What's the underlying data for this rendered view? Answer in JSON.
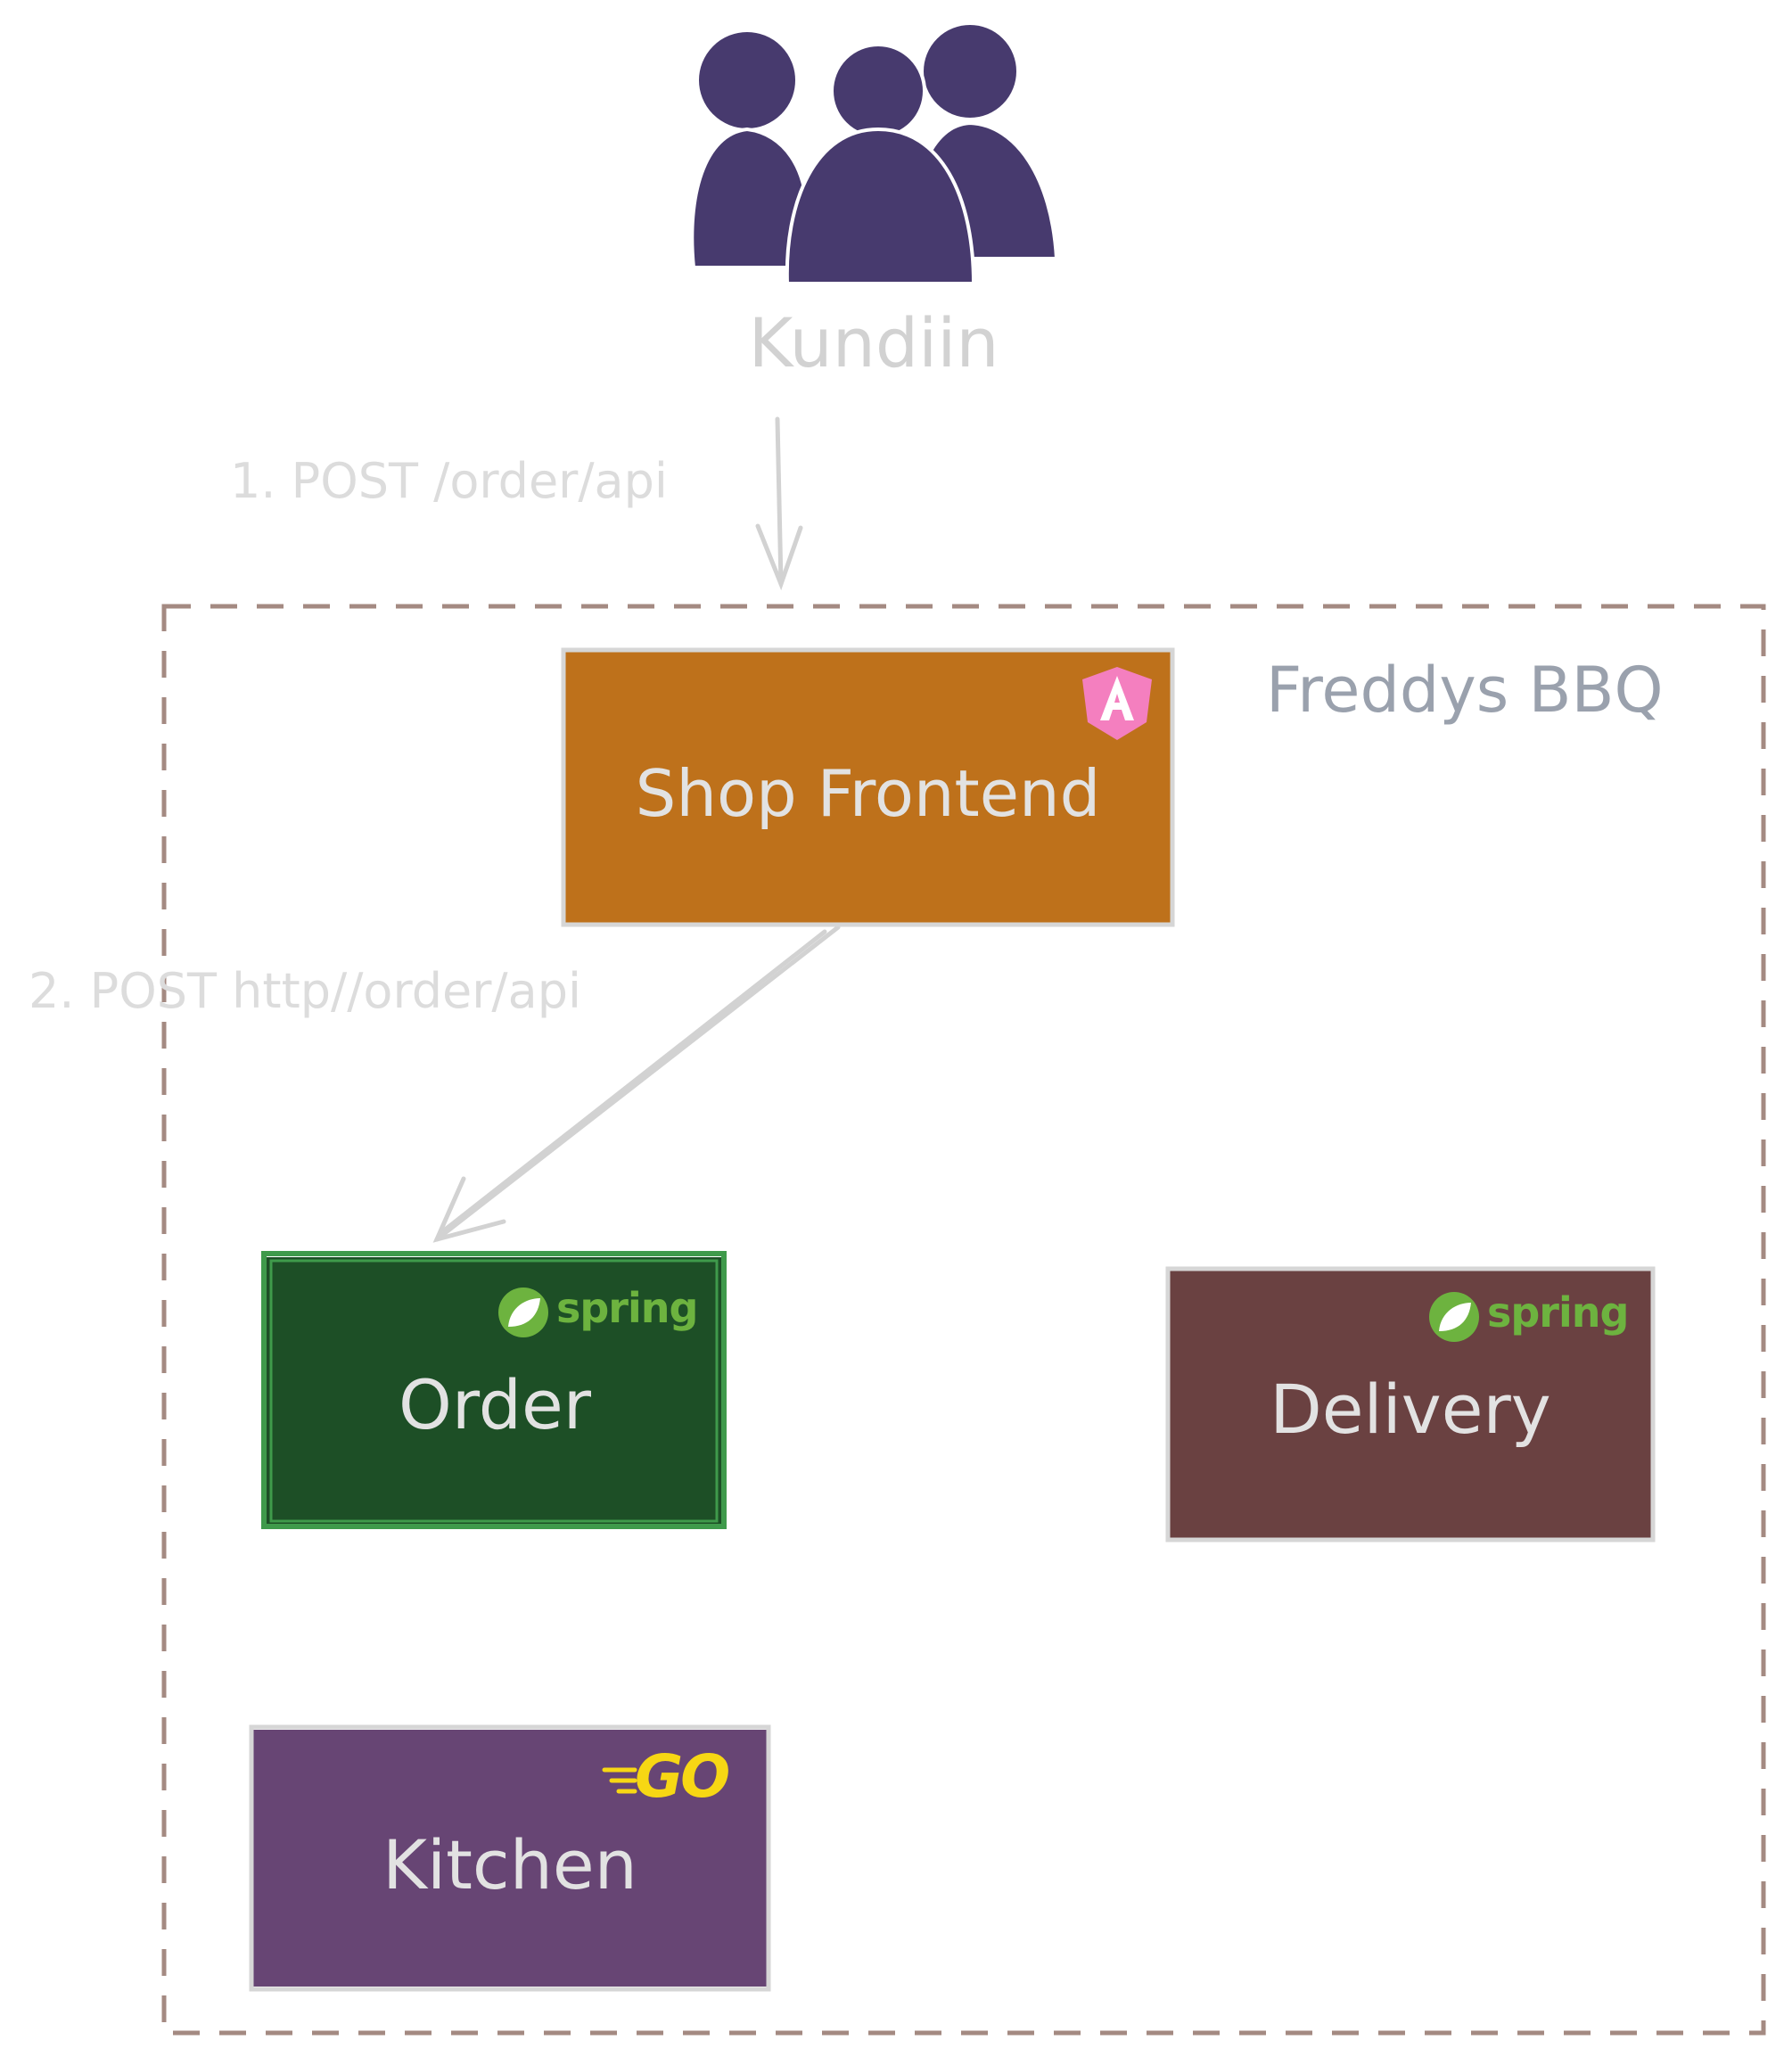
{
  "actor": {
    "label": "Kundiin",
    "icon": "users-icon"
  },
  "boundary": {
    "label": "Freddys BBQ"
  },
  "edges": [
    {
      "label": "1. POST /order/api"
    },
    {
      "label": "2. POST http//order/api"
    }
  ],
  "nodes": {
    "shop_frontend": {
      "label": "Shop Frontend",
      "tech": "angular-icon"
    },
    "order": {
      "label": "Order",
      "tech": "spring",
      "tech_label": "spring"
    },
    "delivery": {
      "label": "Delivery",
      "tech": "spring",
      "tech_label": "spring"
    },
    "kitchen": {
      "label": "Kitchen",
      "tech": "go",
      "tech_label": "GO"
    }
  },
  "colors": {
    "actor": "#473a6e",
    "shop_frontend": "#be711b",
    "order": "#1d4f26",
    "order_border": "#3f9a4b",
    "delivery": "#6a4141",
    "kitchen": "#674574",
    "boundary": "#a48a82",
    "edge": "#d2d2d2",
    "text_light": "#e2e2e2",
    "text_muted": "#9aa1ad"
  }
}
